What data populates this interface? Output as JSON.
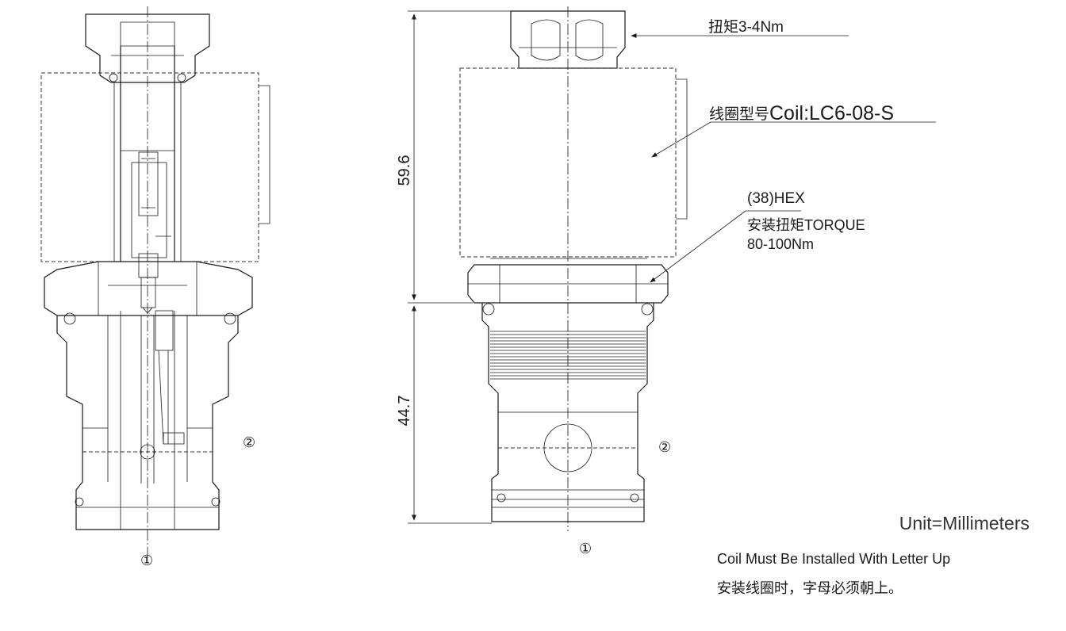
{
  "labels": {
    "torque_top": "扭矩3-4Nm",
    "coil_model_cn": "线圈型号",
    "coil_model": "Coil:LC6-08-S",
    "hex": "(38)HEX",
    "install_torque_cn": "安装扭矩TORQUE",
    "install_torque_value": "80-100Nm",
    "dim_upper": "59.6",
    "dim_lower": "44.7",
    "port_1": "①",
    "port_2": "②",
    "unit": "Unit=Millimeters",
    "note_en": "Coil Must Be Installed With Letter Up",
    "note_cn": "安装线圈时，字母必须朝上。"
  }
}
